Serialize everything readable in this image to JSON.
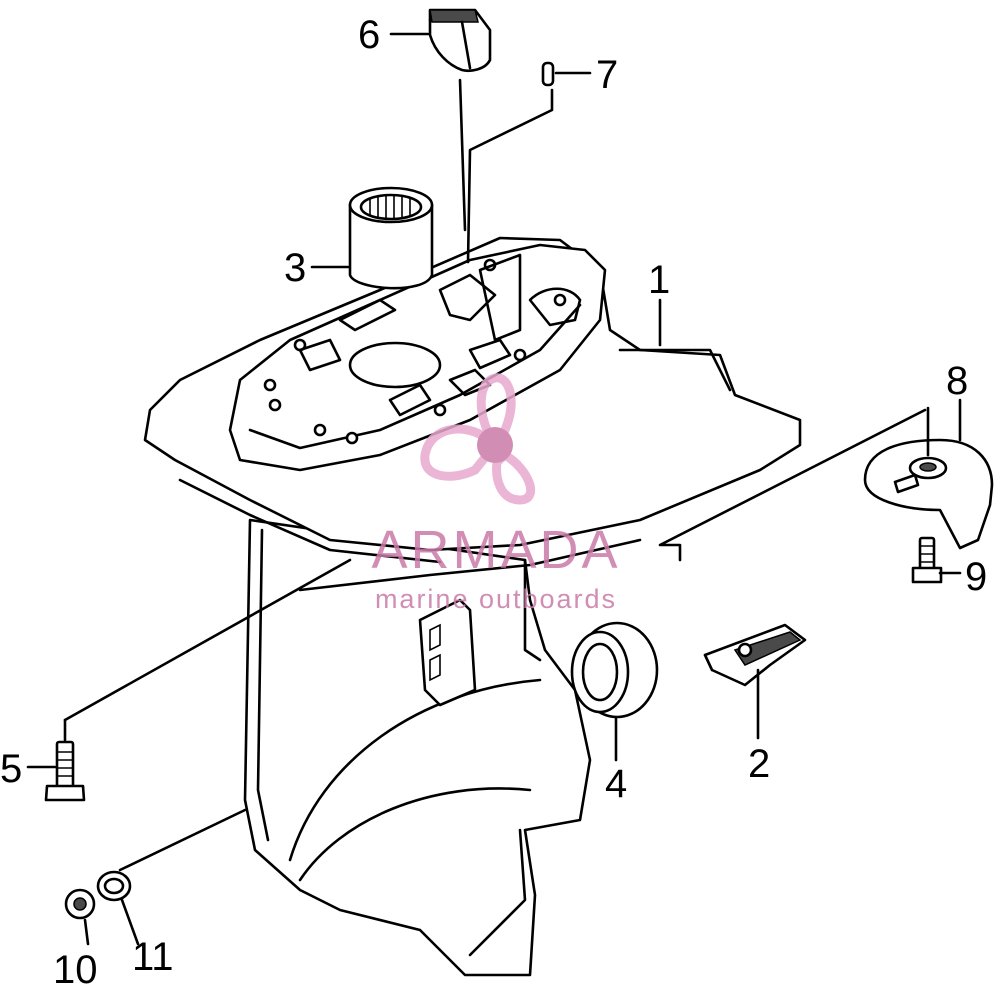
{
  "watermark": {
    "title": "ARMADA",
    "subtitle": "marine outboards",
    "color": "#c97aa8",
    "logo_color": "#e8a9cf"
  },
  "parts": [
    {
      "id": "1",
      "label": "1"
    },
    {
      "id": "2",
      "label": "2"
    },
    {
      "id": "3",
      "label": "3"
    },
    {
      "id": "4",
      "label": "4"
    },
    {
      "id": "5",
      "label": "5"
    },
    {
      "id": "6",
      "label": "6"
    },
    {
      "id": "7",
      "label": "7"
    },
    {
      "id": "8",
      "label": "8"
    },
    {
      "id": "9",
      "label": "9"
    },
    {
      "id": "10",
      "label": "10"
    },
    {
      "id": "11",
      "label": "11"
    }
  ]
}
